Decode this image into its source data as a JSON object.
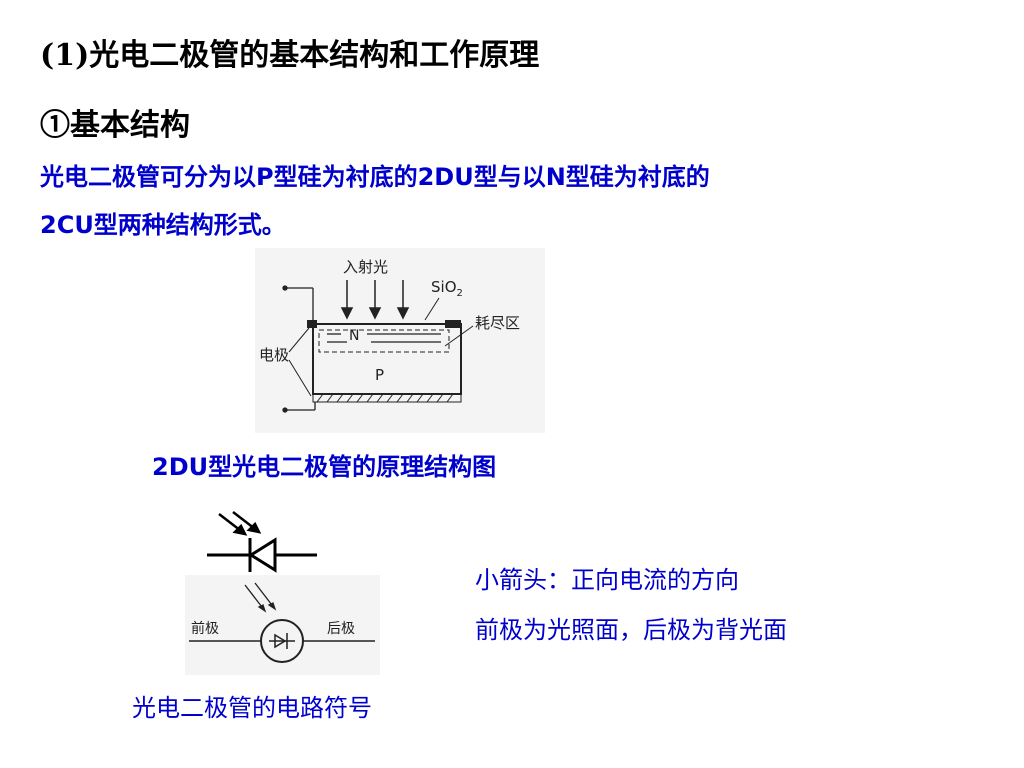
{
  "title": "(1)光电二极管的基本结构和工作原理",
  "subtitle": "①基本结构",
  "body": {
    "line1": "光电二极管可分为以P型硅为衬底的2DU型与以N型硅为衬底的",
    "line2": "2CU型两种结构形式。"
  },
  "structure_diagram": {
    "incident_light": "入射光",
    "sio2": "SiO",
    "sio2_sub": "2",
    "n_region": "N",
    "p_region": "P",
    "depletion": "耗尽区",
    "electrode": "电极",
    "caption": "2DU型光电二极管的原理结构图"
  },
  "symbol_diagram": {
    "front": "前极",
    "back": "后极",
    "caption": "光电二极管的电路符号"
  },
  "notes": {
    "line1": "小箭头：正向电流的方向",
    "line2": "前极为光照面，后极为背光面"
  },
  "colors": {
    "text_blue": "#0000cc",
    "text_black": "#000000"
  }
}
